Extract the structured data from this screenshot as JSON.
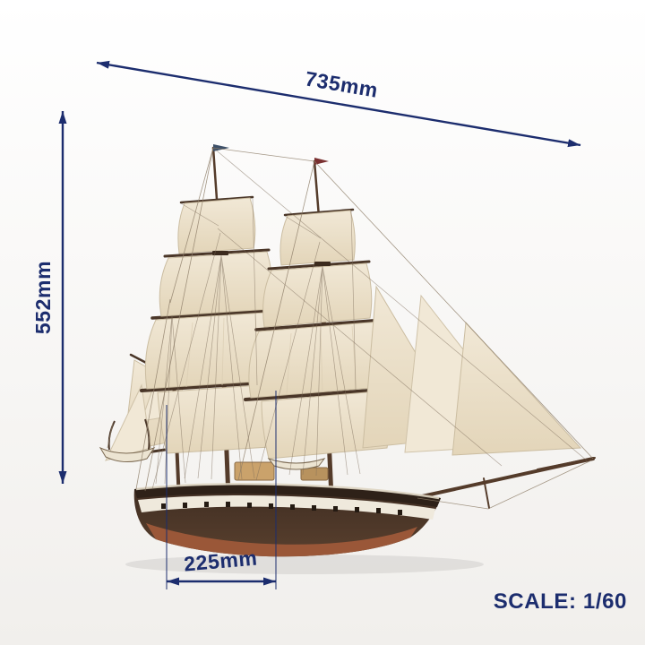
{
  "annotations": {
    "width": {
      "label": "735mm"
    },
    "height": {
      "label": "552mm"
    },
    "beam": {
      "label": "225mm"
    },
    "scale": {
      "label": "SCALE: 1/60"
    }
  },
  "colors": {
    "annotation": "#1c2d6e",
    "sail": "#eadfc7",
    "hull": "#473326",
    "hull_copper": "#9a5738",
    "wood": "#543b2a",
    "rigging": "#8d7d68"
  },
  "illustration": {
    "subject": "three-masted-sailing-ship-model"
  }
}
